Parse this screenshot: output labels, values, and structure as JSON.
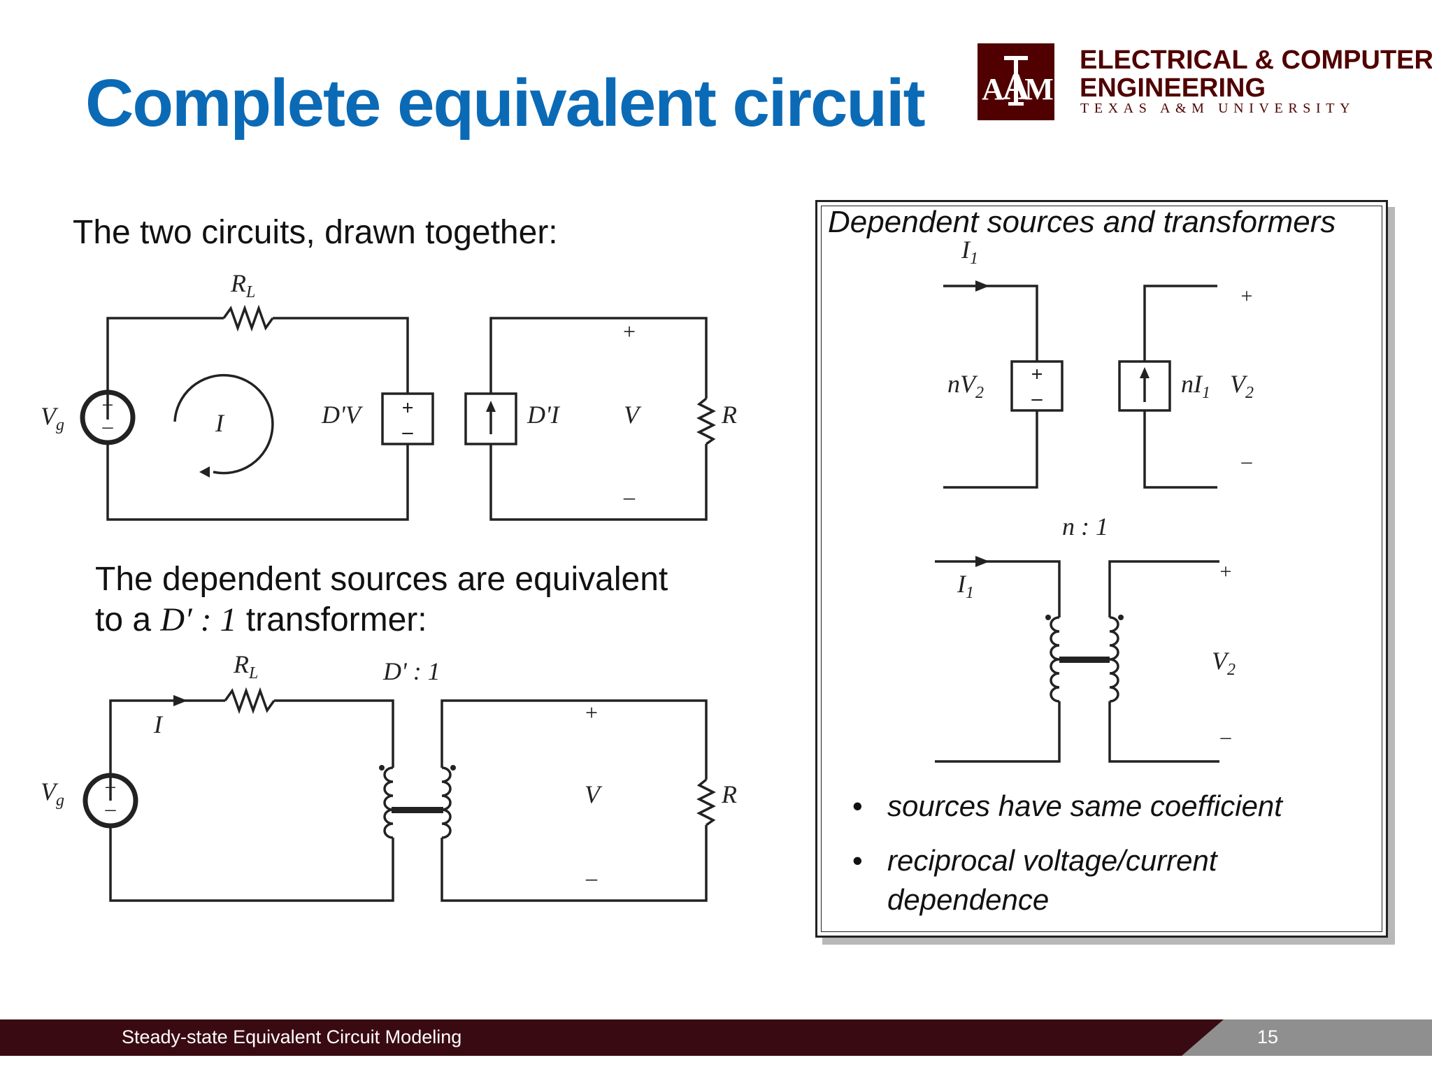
{
  "slide": {
    "title": "Complete equivalent circuit",
    "page_number": "15"
  },
  "logo": {
    "line1": "ELECTRICAL & COMPUTER",
    "line2": "ENGINEERING",
    "line3": "TEXAS A&M UNIVERSITY",
    "box_letters": "ATM"
  },
  "left": {
    "caption1": "The two circuits, drawn together:",
    "caption2_line1": "The dependent sources are equivalent",
    "caption2_line2_pre": "to a ",
    "caption2_line2_math": "D′ : 1",
    "caption2_line2_post": " transformer:",
    "circuit1": {
      "rl_label": "R",
      "rl_sub": "L",
      "vg_label": "V",
      "vg_sub": "g",
      "current_label": "I",
      "dv_label": "D'V",
      "di_label": "D'I",
      "v_label": "V",
      "r_label": "R",
      "plus": "+",
      "minus": "–"
    },
    "circuit2": {
      "rl_label": "R",
      "rl_sub": "L",
      "ratio_label": "D' : 1",
      "current_label": "I",
      "vg_label": "V",
      "vg_sub": "g",
      "v_label": "V",
      "r_label": "R",
      "plus": "+",
      "minus": "–"
    }
  },
  "panel": {
    "title": "Dependent sources and transformers",
    "i1_label": "I",
    "i1_sub": "1",
    "nv2_label": "nV",
    "nv2_sub": "2",
    "ni1_label": "nI",
    "ni1_sub": "1",
    "v2_label": "V",
    "v2_sub": "2",
    "ratio_label": "n : 1",
    "plus": "+",
    "minus": "–",
    "bullets": [
      "sources have same coefficient",
      "reciprocal voltage/current dependence"
    ]
  },
  "footer": {
    "text": "Steady-state Equivalent Circuit Modeling"
  }
}
